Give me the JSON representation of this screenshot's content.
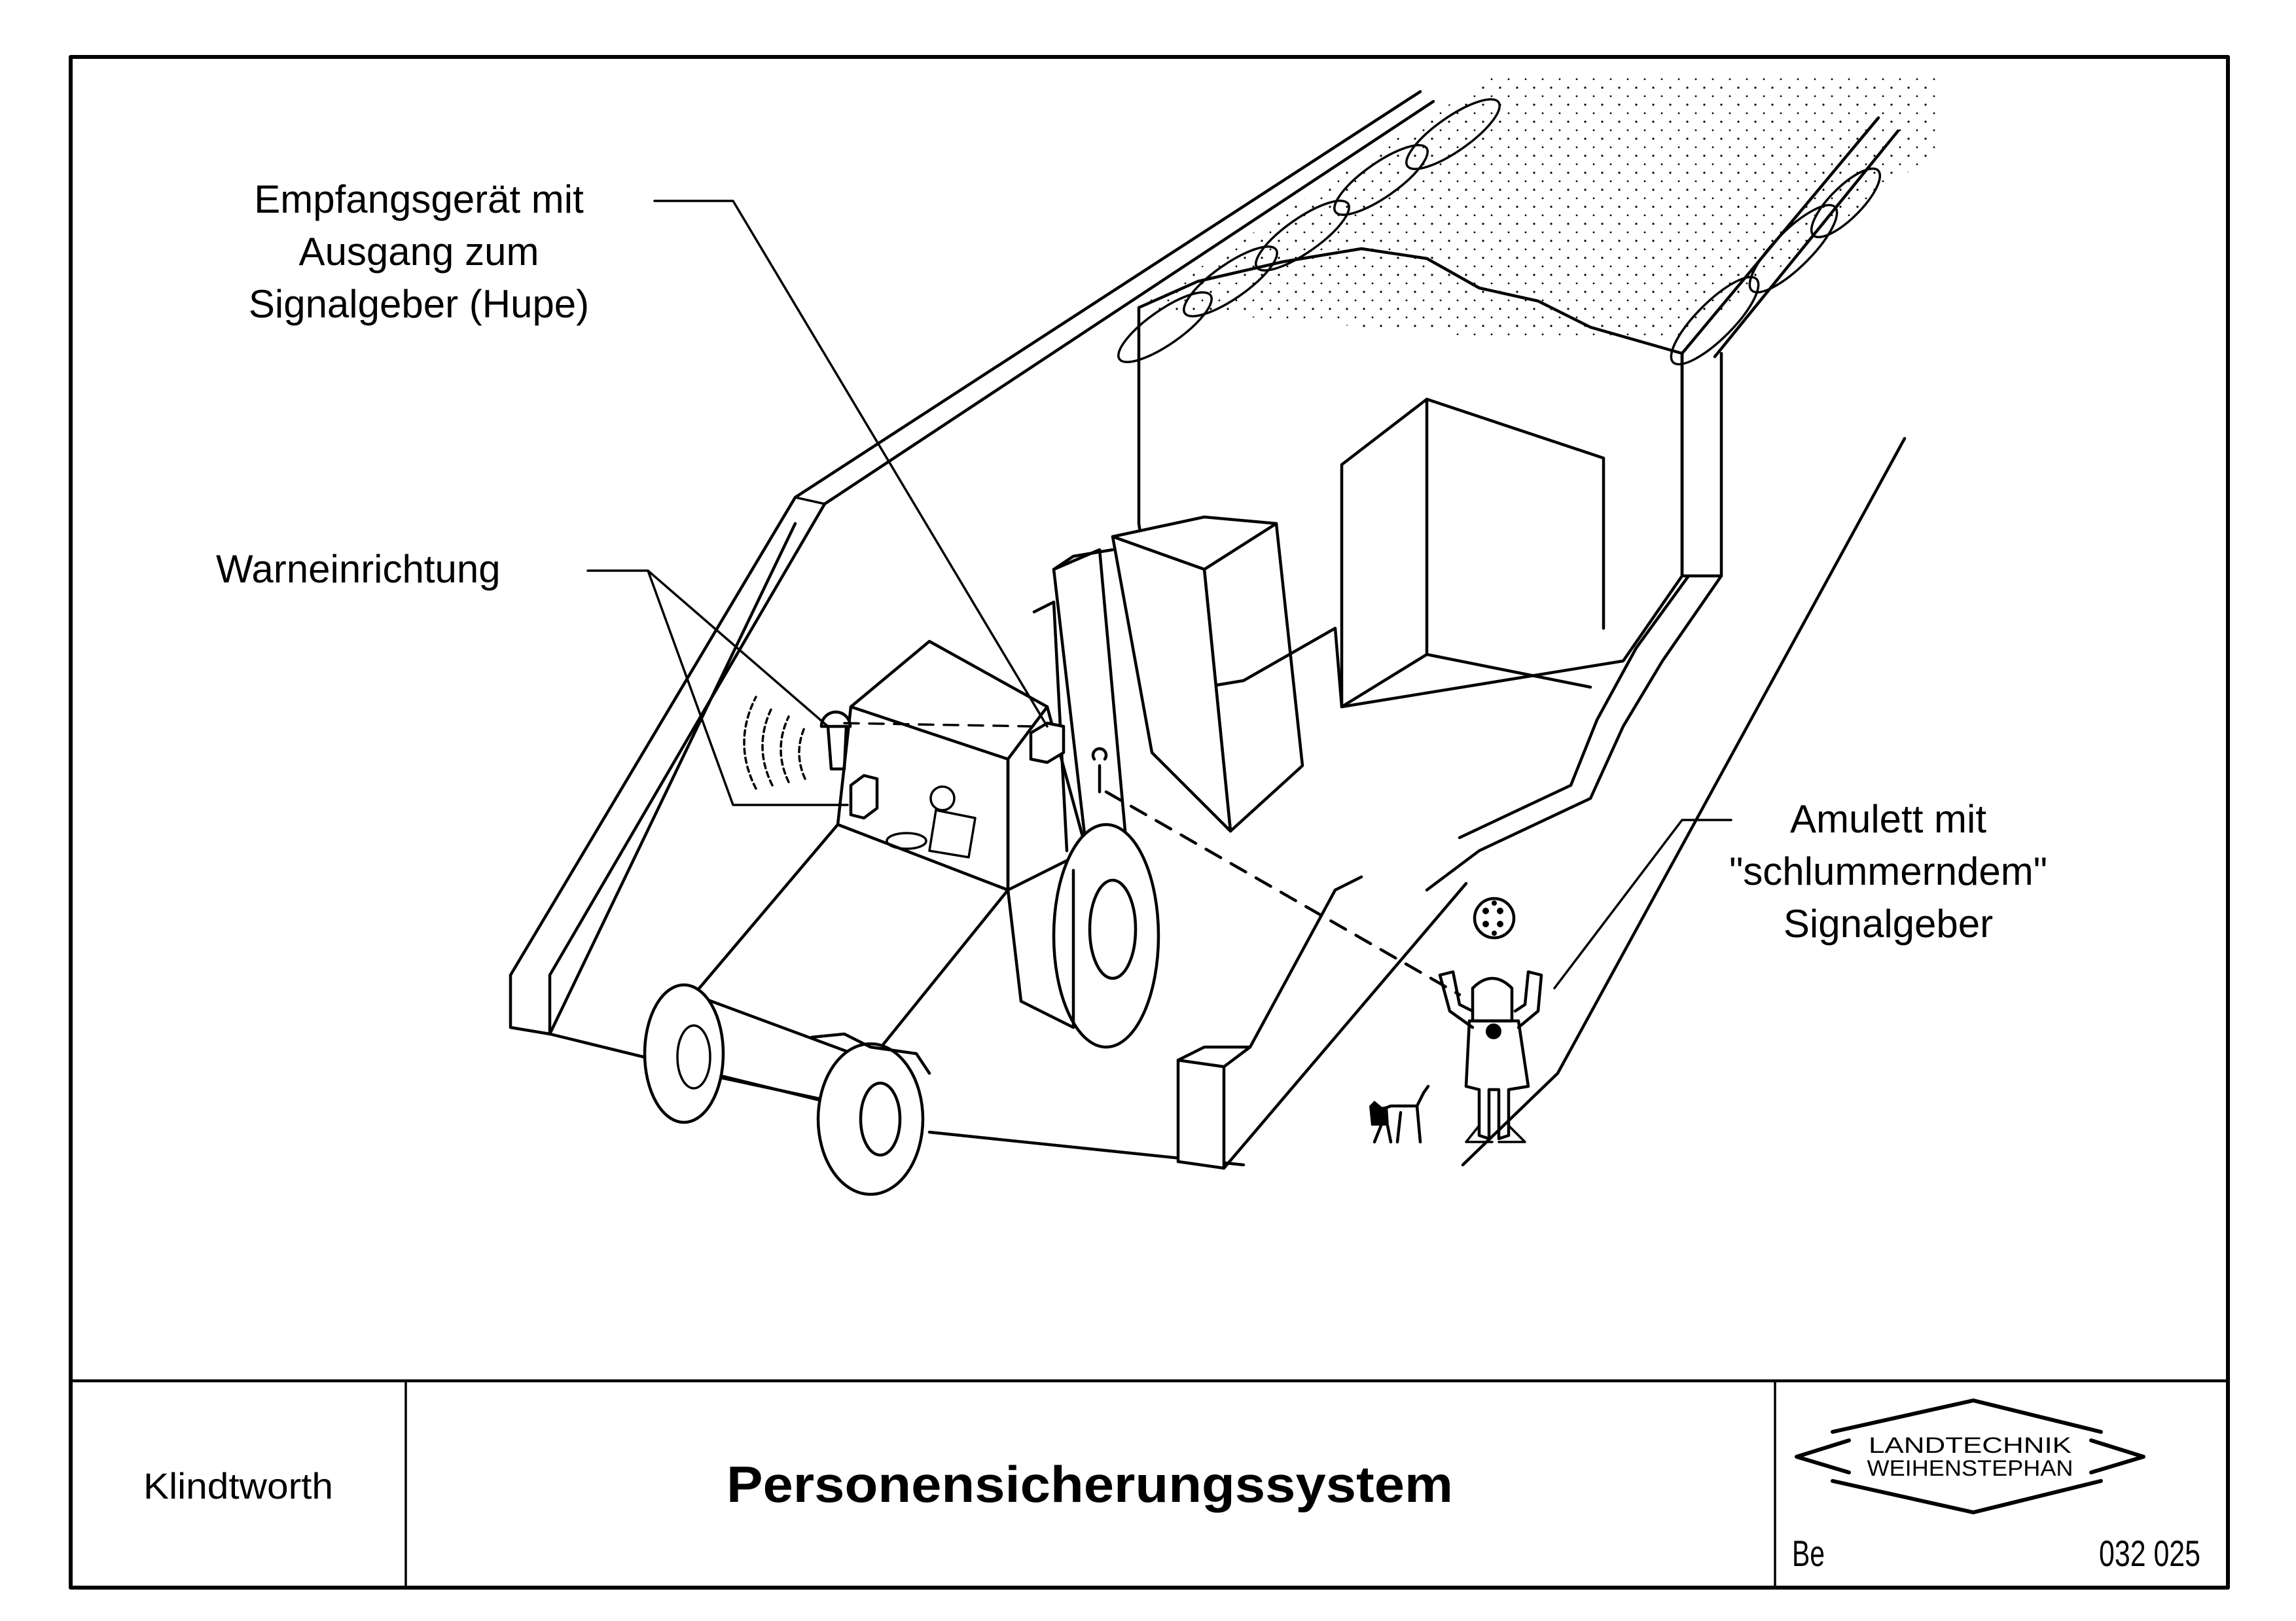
{
  "drawing": {
    "title": "Personensicherungssystem",
    "author": "Klindtworth",
    "drawer_code": "Be",
    "drawing_number": "032 025",
    "logo": {
      "line1": "LANDTECHNIK",
      "line2": "WEIHENSTEPHAN"
    }
  },
  "callouts": {
    "receiver": {
      "lines": [
        "Empfangsgerät mit",
        "Ausgang zum",
        "Signalgeber (Hupe)"
      ]
    },
    "warning": {
      "lines": [
        "Warneinrichtung"
      ]
    },
    "amulet": {
      "lines": [
        "Amulett mit",
        "\"schlummerndem\"",
        "Signalgeber"
      ]
    }
  },
  "colors": {
    "ink": "#000000",
    "paper": "#ffffff"
  }
}
